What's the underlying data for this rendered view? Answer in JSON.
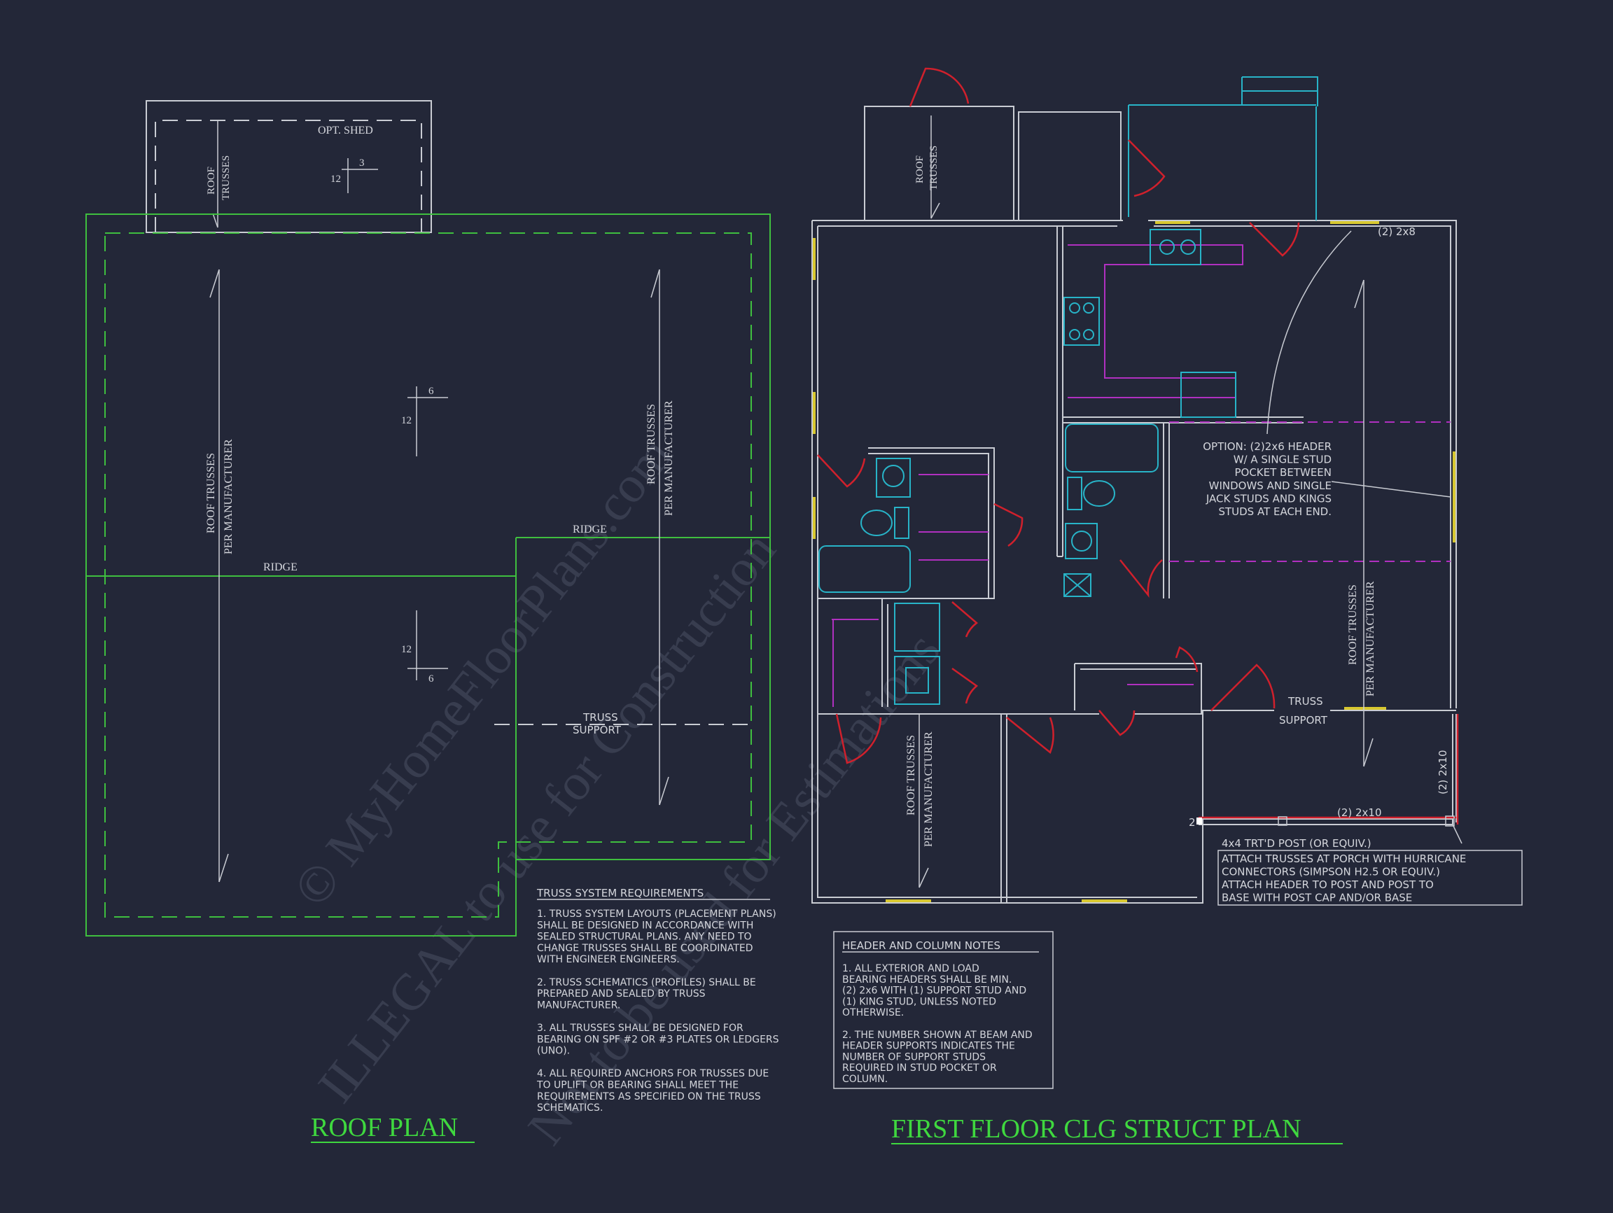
{
  "watermark": {
    "line1": "© MyHomeFloorPlans.com",
    "line2": "ILLEGAL to use for Construction",
    "line3": "Not to be used for Estimations"
  },
  "roof_plan": {
    "title": "ROOF PLAN",
    "shed_label": "OPT. SHED",
    "shed_pitch_rise": "3",
    "shed_pitch_run": "12",
    "shed_trusses": [
      "ROOF",
      "TRUSSES"
    ],
    "left_trusses": [
      "ROOF TRUSSES",
      "PER MANUFACTURER"
    ],
    "right_trusses": [
      "ROOF TRUSSES",
      "PER MANUFACTURER"
    ],
    "pitch_upper_rise": "6",
    "pitch_upper_run": "12",
    "pitch_lower_run": "12",
    "pitch_lower_rise": "6",
    "ridge_main": "RIDGE",
    "ridge_wing": "RIDGE",
    "truss_support": [
      "TRUSS",
      "SUPPORT"
    ]
  },
  "ceiling_plan": {
    "title": "FIRST FLOOR CLG STRUCT PLAN",
    "top_trusses": [
      "ROOF",
      "TRUSSES"
    ],
    "header_top": "(2) 2x8",
    "option_note": [
      "OPTION: (2)2x6 HEADER",
      "W/ A SINGLE STUD",
      "POCKET BETWEEN",
      "WINDOWS AND SINGLE",
      "JACK STUDS AND KINGS",
      "STUDS AT EACH END."
    ],
    "right_trusses": [
      "ROOF TRUSSES",
      "PER MANUFACTURER"
    ],
    "bottom_trusses": [
      "ROOF TRUSSES",
      "PER MANUFACTURER"
    ],
    "truss_support": [
      "TRUSS",
      "SUPPORT"
    ],
    "porch_side_header": "(2) 2x10",
    "porch_beam": "(2) 2x10",
    "post_number": "2",
    "post_note": "4x4 TRT'D POST (OR EQUIV.)",
    "porch_note": [
      "ATTACH TRUSSES AT PORCH WITH HURRICANE",
      "CONNECTORS (SIMPSON H2.5 OR EQUIV.)",
      "ATTACH HEADER TO POST AND POST TO",
      "BASE WITH POST CAP AND/OR BASE"
    ]
  },
  "truss_notes": {
    "heading": "TRUSS SYSTEM REQUIREMENTS",
    "lines": [
      "1. TRUSS SYSTEM LAYOUTS (PLACEMENT PLANS)",
      "SHALL BE DESIGNED IN ACCORDANCE WITH",
      "SEALED STRUCTURAL PLANS. ANY NEED TO",
      "CHANGE TRUSSES SHALL BE COORDINATED",
      "WITH ENGINEER ENGINEERS.",
      "",
      "2. TRUSS SCHEMATICS (PROFILES) SHALL BE",
      "PREPARED AND SEALED BY TRUSS",
      "MANUFACTURER.",
      "",
      "3. ALL TRUSSES SHALL BE DESIGNED FOR",
      "BEARING ON SPF #2 OR #3 PLATES OR LEDGERS",
      "(UNO).",
      "",
      "4. ALL REQUIRED ANCHORS FOR TRUSSES DUE",
      "TO UPLIFT OR BEARING SHALL MEET THE",
      "REQUIREMENTS AS SPECIFIED ON THE TRUSS",
      "SCHEMATICS."
    ]
  },
  "header_notes": {
    "heading": "HEADER AND COLUMN NOTES",
    "lines": [
      "1. ALL EXTERIOR AND LOAD",
      "BEARING HEADERS SHALL BE MIN.",
      "(2) 2x6 WITH (1) SUPPORT STUD AND",
      "(1) KING STUD, UNLESS NOTED",
      "OTHERWISE.",
      "",
      "2. THE NUMBER SHOWN AT BEAM AND",
      "HEADER SUPPORTS INDICATES THE",
      "NUMBER OF SUPPORT STUDS",
      "REQUIRED IN STUD POCKET OR",
      "COLUMN."
    ]
  }
}
